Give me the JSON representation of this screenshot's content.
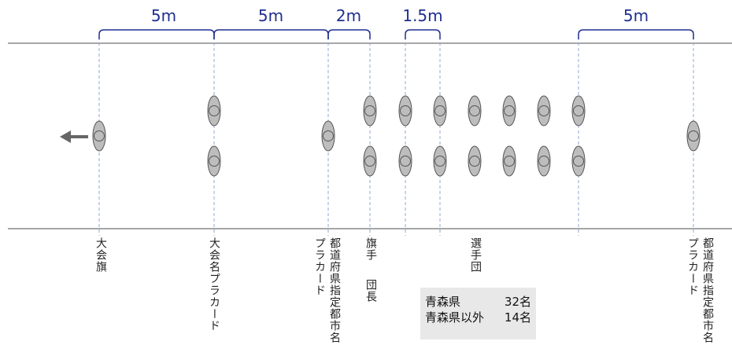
{
  "dimensions": [
    {
      "label": "5m"
    },
    {
      "label": "5m"
    },
    {
      "label": "2m"
    },
    {
      "label": "1.5m"
    },
    {
      "label": "5m"
    }
  ],
  "labels": {
    "tournament_flag": "大会旗",
    "tournament_placard": "大会名プラカード",
    "pref_placard_1_a": "都道府県指定都市名",
    "pref_placard_1_b": "プラカード",
    "flag_bearer": "旗手",
    "captain": "団長",
    "athletes": "選手団",
    "pref_placard_2_a": "都道府県指定都市名",
    "pref_placard_2_b": "プラカード"
  },
  "info": {
    "row1_name": "青森県",
    "row1_count": "32名",
    "row2_name": "青森県以外",
    "row2_count": "14名"
  },
  "colors": {
    "bracket": "#1f2f8f",
    "guide": "#8fa8d8",
    "border_line": "#888888",
    "person_fill": "#bdbdbd",
    "person_stroke": "#555555",
    "arrow": "#666666"
  }
}
